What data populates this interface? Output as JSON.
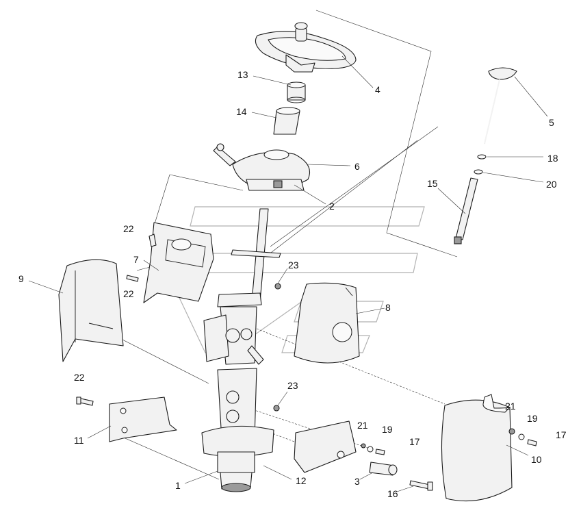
{
  "callouts": [
    {
      "id": "c1",
      "text": "1"
    },
    {
      "id": "c2",
      "text": "2"
    },
    {
      "id": "c3",
      "text": "3"
    },
    {
      "id": "c4",
      "text": "4"
    },
    {
      "id": "c5",
      "text": "5"
    },
    {
      "id": "c6",
      "text": "6"
    },
    {
      "id": "c7",
      "text": "7"
    },
    {
      "id": "c8",
      "text": "8"
    },
    {
      "id": "c9",
      "text": "9"
    },
    {
      "id": "c10",
      "text": "10"
    },
    {
      "id": "c11",
      "text": "11"
    },
    {
      "id": "c12",
      "text": "12"
    },
    {
      "id": "c13",
      "text": "13"
    },
    {
      "id": "c14",
      "text": "14"
    },
    {
      "id": "c15",
      "text": "15"
    },
    {
      "id": "c16",
      "text": "16"
    },
    {
      "id": "c17a",
      "text": "17"
    },
    {
      "id": "c17b",
      "text": "17"
    },
    {
      "id": "c18",
      "text": "18"
    },
    {
      "id": "c19a",
      "text": "19"
    },
    {
      "id": "c19b",
      "text": "19"
    },
    {
      "id": "c20",
      "text": "20"
    },
    {
      "id": "c21a",
      "text": "21"
    },
    {
      "id": "c21b",
      "text": "21"
    },
    {
      "id": "c22a",
      "text": "22"
    },
    {
      "id": "c22b",
      "text": "22"
    },
    {
      "id": "c22c",
      "text": "22"
    },
    {
      "id": "c23a",
      "text": "23"
    },
    {
      "id": "c23b",
      "text": "23"
    }
  ]
}
